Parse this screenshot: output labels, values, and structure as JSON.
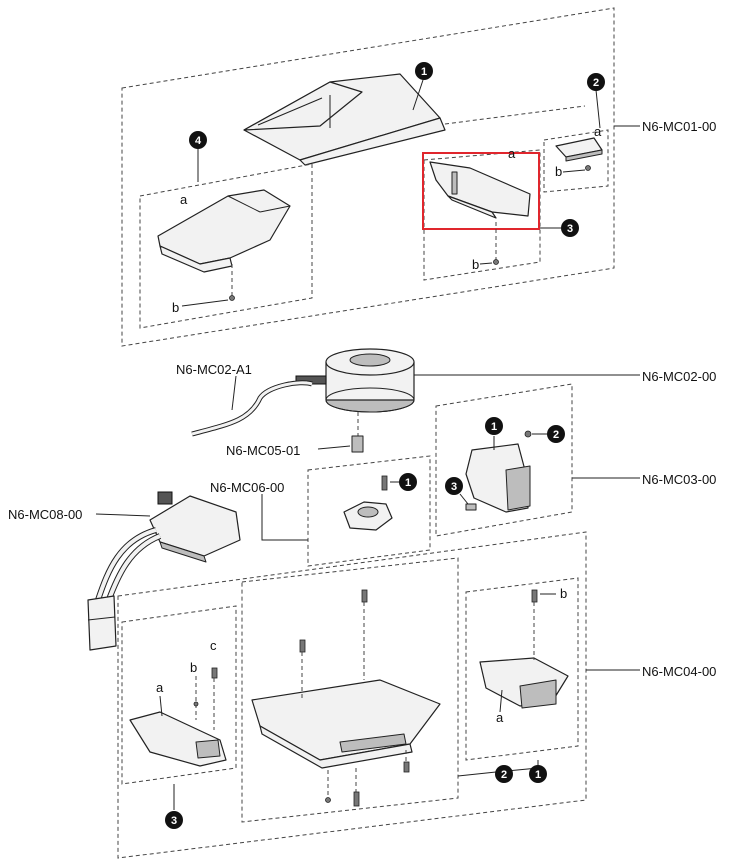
{
  "labels": {
    "mc01": "N6-MC01-00",
    "mc02": "N6-MC02-00",
    "mc02a1": "N6-MC02-A1",
    "mc05": "N6-MC05-01",
    "mc03": "N6-MC03-00",
    "mc06": "N6-MC06-00",
    "mc08": "N6-MC08-00",
    "mc04": "N6-MC04-00"
  },
  "letters": {
    "a": "a",
    "b": "b",
    "c": "c"
  },
  "callouts": {
    "one": "1",
    "two": "2",
    "three": "3",
    "four": "4"
  },
  "colors": {
    "highlight": "#e0262d",
    "line": "#222222"
  }
}
